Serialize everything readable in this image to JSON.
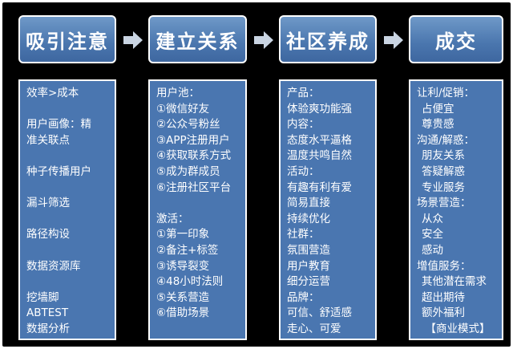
{
  "headers": [
    "吸引注意",
    "建立关系",
    "社区养成",
    "成交"
  ],
  "columns": [
    {
      "lines": [
        {
          "text": "效率>成本"
        },
        {
          "text": "用户画像：精",
          "gap": true
        },
        {
          "text": "准关联点"
        },
        {
          "text": "种子传播用户",
          "gap": true
        },
        {
          "text": "漏斗筛选",
          "gap": true
        },
        {
          "text": "路径构设",
          "gap": true
        },
        {
          "text": "数据资源库",
          "gap": true
        },
        {
          "text": "挖墙脚",
          "gap": true
        },
        {
          "text": "ABTEST"
        },
        {
          "text": "数据分析"
        }
      ]
    },
    {
      "lines": [
        {
          "text": "用户池："
        },
        {
          "text": "①微信好友"
        },
        {
          "text": "②公众号粉丝"
        },
        {
          "text": "③APP注册用户"
        },
        {
          "text": "④获取联系方式"
        },
        {
          "text": "⑤成为群成员"
        },
        {
          "text": "⑥注册社区平台"
        },
        {
          "text": "激活：",
          "gap": true
        },
        {
          "text": "①第一印象"
        },
        {
          "text": "②备注+标签"
        },
        {
          "text": "③诱导裂变"
        },
        {
          "text": "④48小时法则"
        },
        {
          "text": "⑤关系营造"
        },
        {
          "text": "⑥借助场景"
        }
      ]
    },
    {
      "lines": [
        {
          "text": "产品："
        },
        {
          "text": "体验爽功能强"
        },
        {
          "text": "内容："
        },
        {
          "text": "态度水平逼格"
        },
        {
          "text": "温度共鸣自然"
        },
        {
          "text": "活动："
        },
        {
          "text": "有趣有利有爱"
        },
        {
          "text": "简易直接"
        },
        {
          "text": "持续优化"
        },
        {
          "text": "社群："
        },
        {
          "text": "氛围营造"
        },
        {
          "text": "用户教育"
        },
        {
          "text": "细分运营"
        },
        {
          "text": "品牌："
        },
        {
          "text": "可信、舒适感"
        },
        {
          "text": "走心、可爱"
        }
      ]
    },
    {
      "lines": [
        {
          "text": "让利/促销："
        },
        {
          "text": "占便宜",
          "indent": true
        },
        {
          "text": "尊贵感",
          "indent": true
        },
        {
          "text": "沟通/解惑："
        },
        {
          "text": "朋友关系",
          "indent": true
        },
        {
          "text": "答疑解惑",
          "indent": true
        },
        {
          "text": "专业服务",
          "indent": true
        },
        {
          "text": "场景营造："
        },
        {
          "text": "从众",
          "indent": true
        },
        {
          "text": "安全",
          "indent": true
        },
        {
          "text": "感动",
          "indent": true
        },
        {
          "text": "增值服务："
        },
        {
          "text": "其他潜在需求",
          "indent": true
        },
        {
          "text": "超出期待",
          "indent": true
        },
        {
          "text": "额外福利",
          "indent": true
        },
        {
          "text": "【商业模式】",
          "center": true
        }
      ]
    }
  ],
  "colors": {
    "background": "#000000",
    "box_fill": "#4a76b0",
    "box_border": "#ffffff",
    "arrow": "#c9d4e2"
  }
}
